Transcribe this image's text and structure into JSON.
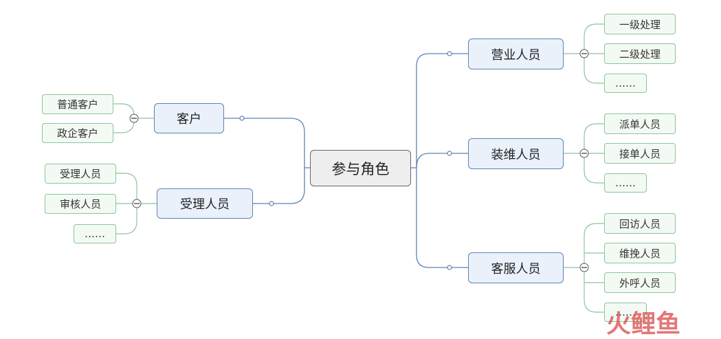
{
  "root": {
    "label": "参与角色"
  },
  "left_branches": [
    {
      "label": "客户",
      "children": [
        "普通客户",
        "政企客户"
      ]
    },
    {
      "label": "受理人员",
      "children": [
        "受理人员",
        "审核人员",
        "……"
      ]
    }
  ],
  "right_branches": [
    {
      "label": "营业人员",
      "children": [
        "一级处理",
        "二级处理",
        "……"
      ]
    },
    {
      "label": "装维人员",
      "children": [
        "派单人员",
        "接单人员",
        "……"
      ]
    },
    {
      "label": "客服人员",
      "children": [
        "回访人员",
        "维挽人员",
        "外呼人员",
        "……"
      ]
    }
  ],
  "watermark": {
    "text": "火鲤鱼"
  },
  "colors": {
    "main_line": "#5b84b4",
    "leaf_line": "#8cc49a",
    "watermark": "#d94a4a"
  }
}
